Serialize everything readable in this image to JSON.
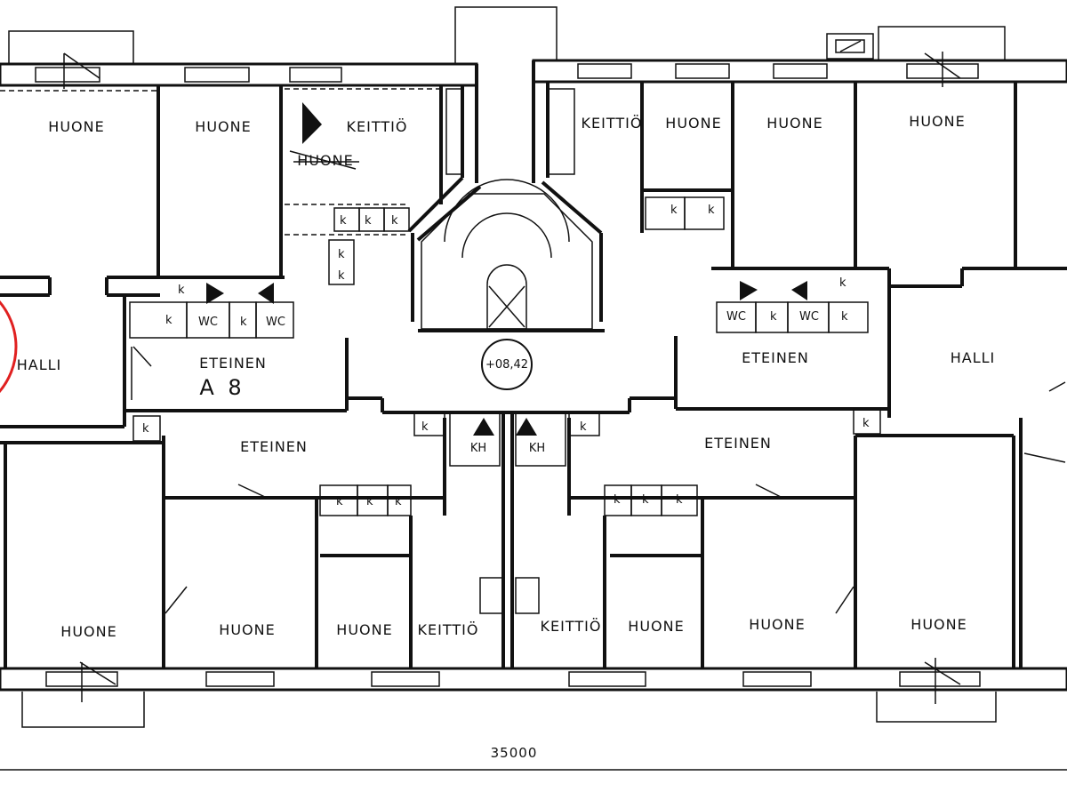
{
  "rooms": {
    "huone_top_1": "HUONE",
    "huone_top_2": "HUONE",
    "keittio_top_left": "KEITTIÖ",
    "huone_struck": "HUONE",
    "keittio_top_right": "KEITTIÖ",
    "huone_top_3": "HUONE",
    "huone_top_4": "HUONE",
    "huone_top_5": "HUONE",
    "halli_left": "HALLI",
    "eteinen_left": "ETEINEN",
    "apartment_code": "A 8",
    "eteinen_right_top": "ETEINEN",
    "halli_right": "HALLI",
    "eteinen_lower_left": "ETEINEN",
    "eteinen_lower_right": "ETEINEN",
    "huone_bottom_1": "HUONE",
    "huone_bottom_2": "HUONE",
    "huone_bottom_3": "HUONE",
    "keittio_bottom_left": "KEITTIÖ",
    "keittio_bottom_right": "KEITTIÖ",
    "huone_bottom_4": "HUONE",
    "huone_bottom_5": "HUONE",
    "huone_bottom_6": "HUONE"
  },
  "fixtures": {
    "wc": "WC",
    "closet": "k",
    "kh": "KH"
  },
  "level_marker": "+08,42",
  "dimension": "35000",
  "colors": {
    "line": "#111111",
    "highlight": "#e02020",
    "background": "#ffffff"
  }
}
